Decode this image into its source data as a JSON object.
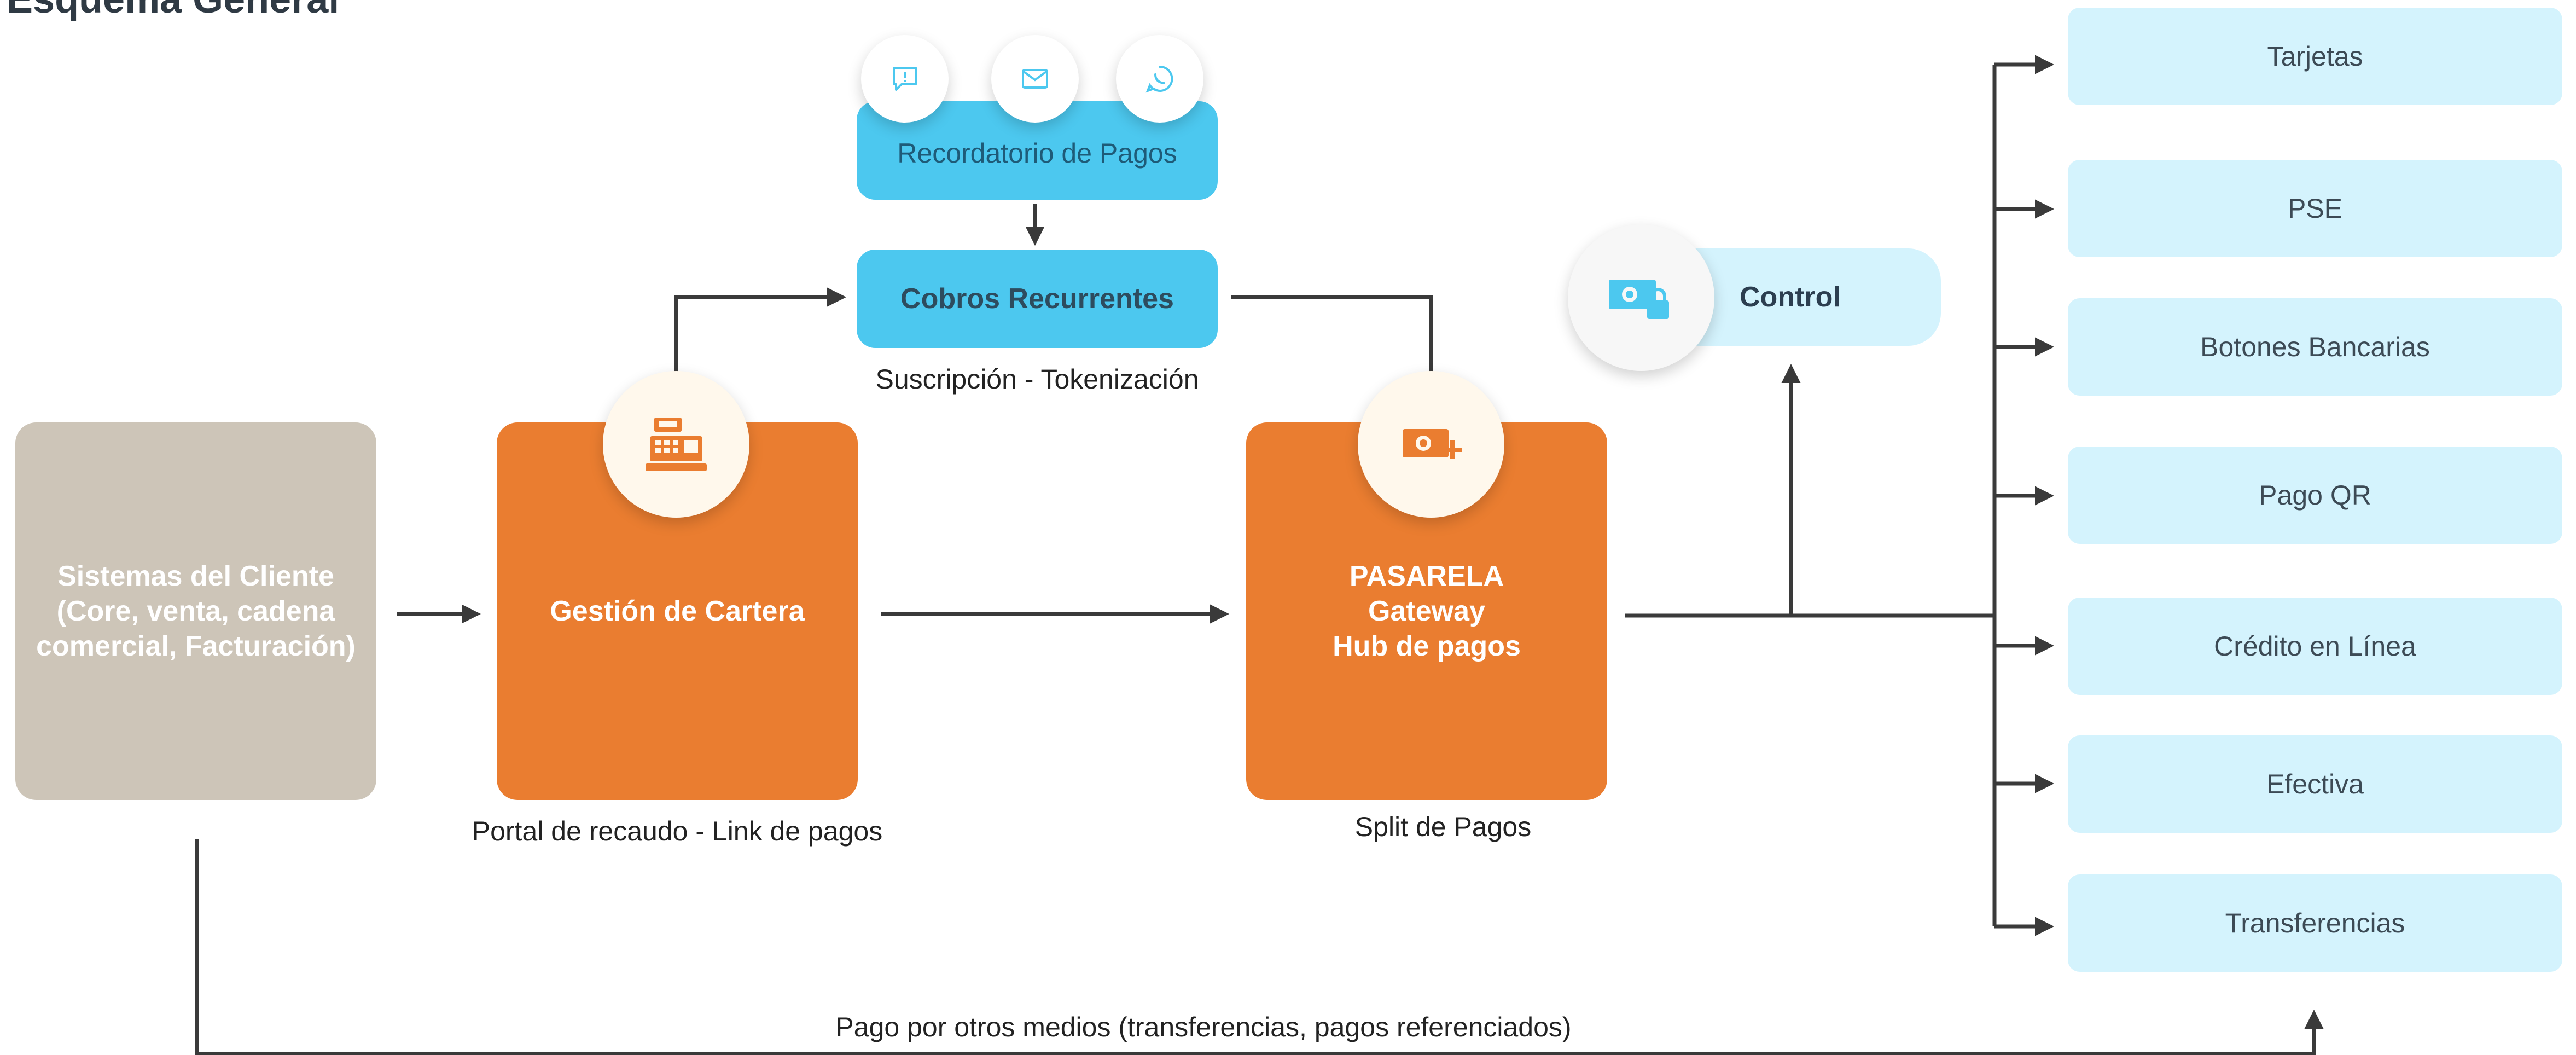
{
  "title": "Esquema General",
  "client_systems": "Sistemas del Cliente\n(Core, venta, cadena\ncomercial, Facturación)",
  "portfolio": {
    "label": "Gestión de Cartera",
    "caption": "Portal de recaudo - Link de pagos",
    "icon": "cash-register-icon"
  },
  "gateway": {
    "label": "PASARELA\nGateway\nHub de pagos",
    "caption": "Split de Pagos",
    "icon": "money-add-icon"
  },
  "reminder": {
    "label": "Recordatorio de Pagos",
    "icons": [
      "sms-alert-icon",
      "email-icon",
      "whatsapp-icon"
    ]
  },
  "recurring": {
    "label": "Cobros Recurrentes",
    "caption": "Suscripción - Tokenización"
  },
  "control": {
    "label": "Control",
    "icon": "money-lock-icon"
  },
  "payment_methods": [
    "Tarjetas",
    "PSE",
    "Botones Bancarias",
    "Pago QR",
    "Crédito en Línea",
    "Efectiva",
    "Transferencias"
  ],
  "other_means": "Pago por otros medios (transferencias, pagos referenciados)",
  "colors": {
    "orange": "#ea7d30",
    "blue": "#4cc8ef",
    "light_blue": "#d4f3fd",
    "beige": "#cdc5b8",
    "line": "#3a3a3a"
  }
}
